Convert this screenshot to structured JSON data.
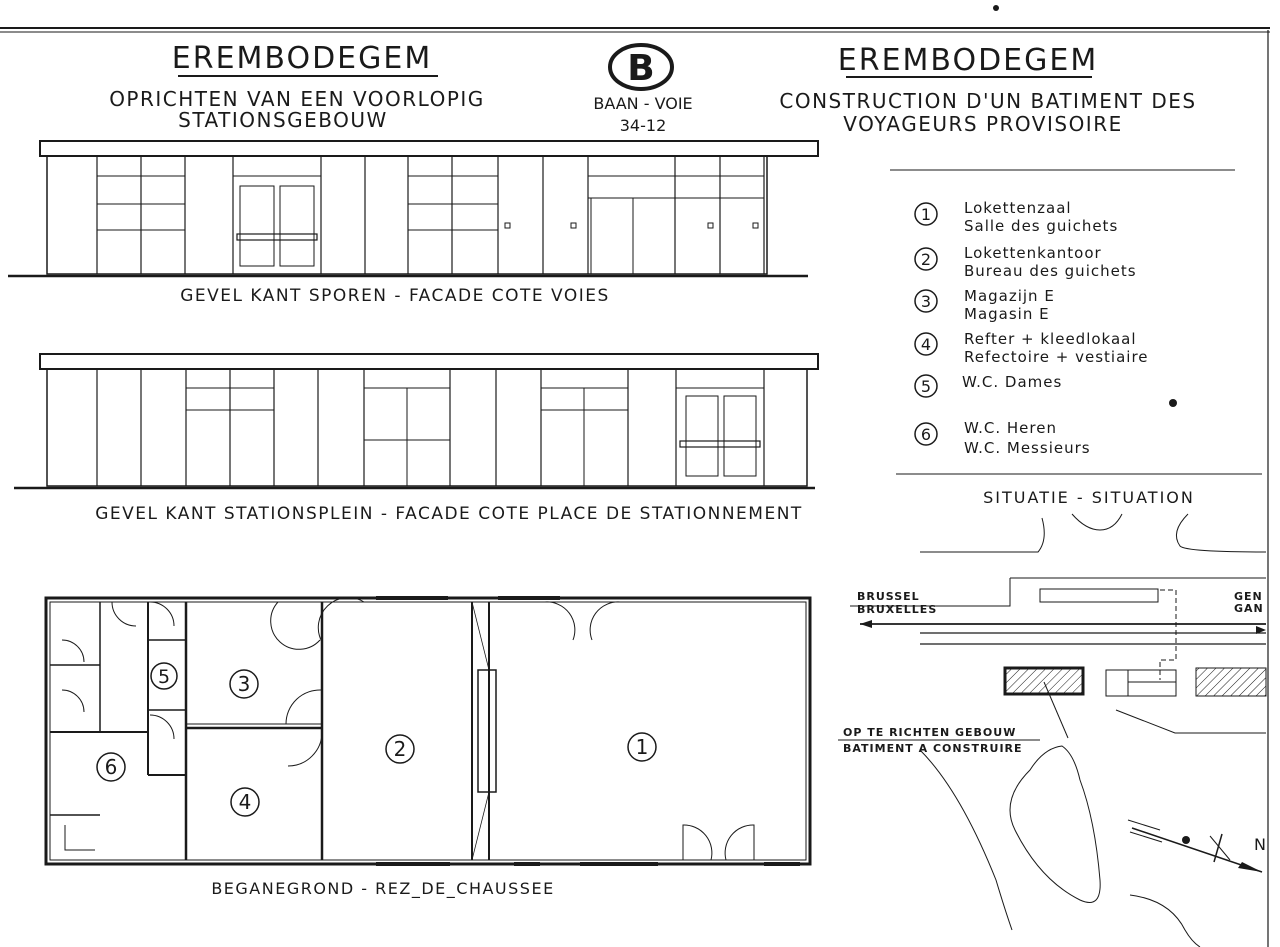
{
  "title_nl": {
    "place": "EREMBODEGEM",
    "line1": "OPRICHTEN VAN EEN VOORLOPIG",
    "line2": "STATIONSGEBOUW"
  },
  "title_fr": {
    "place": "EREMBODEGEM",
    "line1": "CONSTRUCTION D'UN BATIMENT DES",
    "line2": "VOYAGEURS PROVISOIRE"
  },
  "emblem": {
    "letter": "B",
    "line_label": "BAAN - VOIE",
    "line_number": "34-12"
  },
  "elevations": {
    "track_side": "GEVEL KANT SPOREN  -  FACADE COTE VOIES",
    "square_side": "GEVEL KANT STATIONSPLEIN  -  FACADE COTE PLACE DE STATIONNEMENT"
  },
  "plan": {
    "caption": "BEGANEGROND  -  REZ_DE_CHAUSSEE",
    "rooms": [
      {
        "num": "1"
      },
      {
        "num": "2"
      },
      {
        "num": "3"
      },
      {
        "num": "4"
      },
      {
        "num": "5"
      },
      {
        "num": "6"
      }
    ]
  },
  "legend": [
    {
      "num": "1",
      "nl": "Lokettenzaal",
      "fr": "Salle des guichets"
    },
    {
      "num": "2",
      "nl": "Lokettenkantoor",
      "fr": "Bureau des guichets"
    },
    {
      "num": "3",
      "nl": "Magazijn E",
      "fr": "Magasin E"
    },
    {
      "num": "4",
      "nl": "Refter + kleedlokaal",
      "fr": "Refectoire + vestiaire"
    },
    {
      "num": "5",
      "nl": "W.C. Dames",
      "fr": ""
    },
    {
      "num": "6",
      "nl": "W.C. Heren",
      "fr": "W.C. Messieurs"
    }
  ],
  "situation": {
    "title": "SITUATIE  -  SITUATION",
    "left_dir_nl": "BRUSSEL",
    "left_dir_fr": "BRUXELLES",
    "right_dir_nl": "GEN",
    "right_dir_fr": "GAN",
    "building_nl": "OP TE RICHTEN GEBOUW",
    "building_fr": "BATIMENT A CONSTRUIRE",
    "north": "N"
  }
}
